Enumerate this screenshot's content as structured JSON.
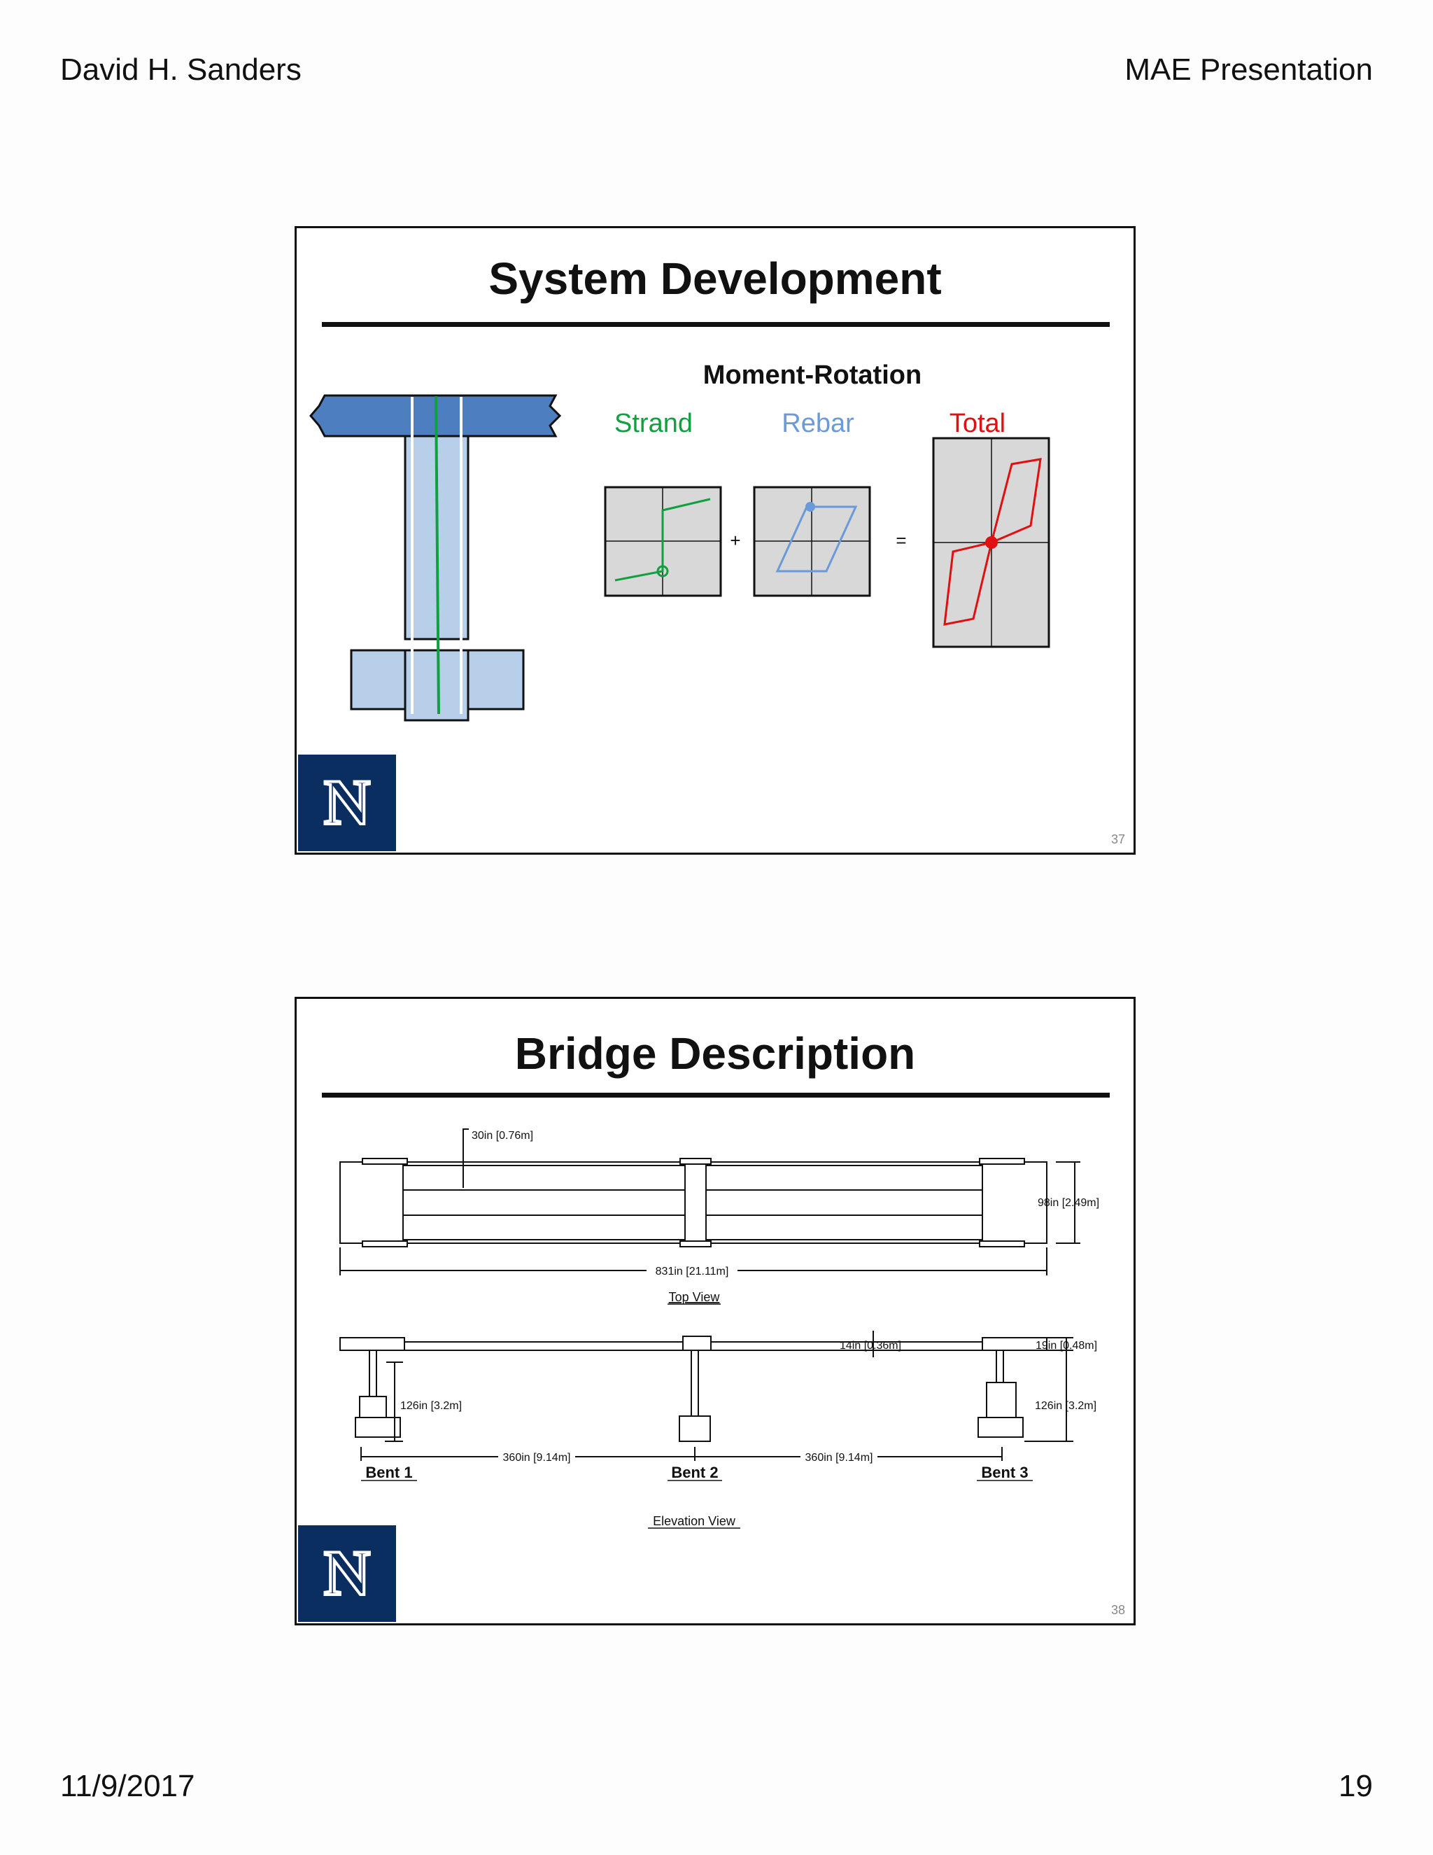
{
  "header": {
    "left": "David H. Sanders",
    "right": "MAE Presentation"
  },
  "footer": {
    "date": "11/9/2017",
    "page": "19"
  },
  "slides": [
    {
      "title": "System Development",
      "page_number": "37",
      "logo_letter": "N",
      "diagram": {
        "heading": "Moment-Rotation",
        "labels": {
          "strand": "Strand",
          "rebar": "Rebar",
          "total": "Total"
        },
        "operators": {
          "plus": "+",
          "equals": "="
        },
        "colors": {
          "strand": "#10a040",
          "rebar": "#6a9ad8",
          "total": "#e01010",
          "cap": "#4d7ebf",
          "column": "#b8cfea"
        }
      }
    },
    {
      "title": "Bridge Description",
      "page_number": "38",
      "logo_letter": "N",
      "top_view": {
        "caption": "Top View",
        "dim_width": "30in [0.76m]",
        "dim_depth": "98in [2.49m]",
        "dim_length": "831in [21.11m]"
      },
      "elevation_view": {
        "caption": "Elevation View",
        "dim_deck": "14in [0.36m]",
        "dim_cap": "19in [0.48m]",
        "dim_height_left": "126in [3.2m]",
        "dim_height_right": "126in [3.2m]",
        "dim_span_1": "360in [9.14m]",
        "dim_span_2": "360in [9.14m]",
        "bents": [
          "Bent 1",
          "Bent 2",
          "Bent 3"
        ]
      }
    }
  ]
}
